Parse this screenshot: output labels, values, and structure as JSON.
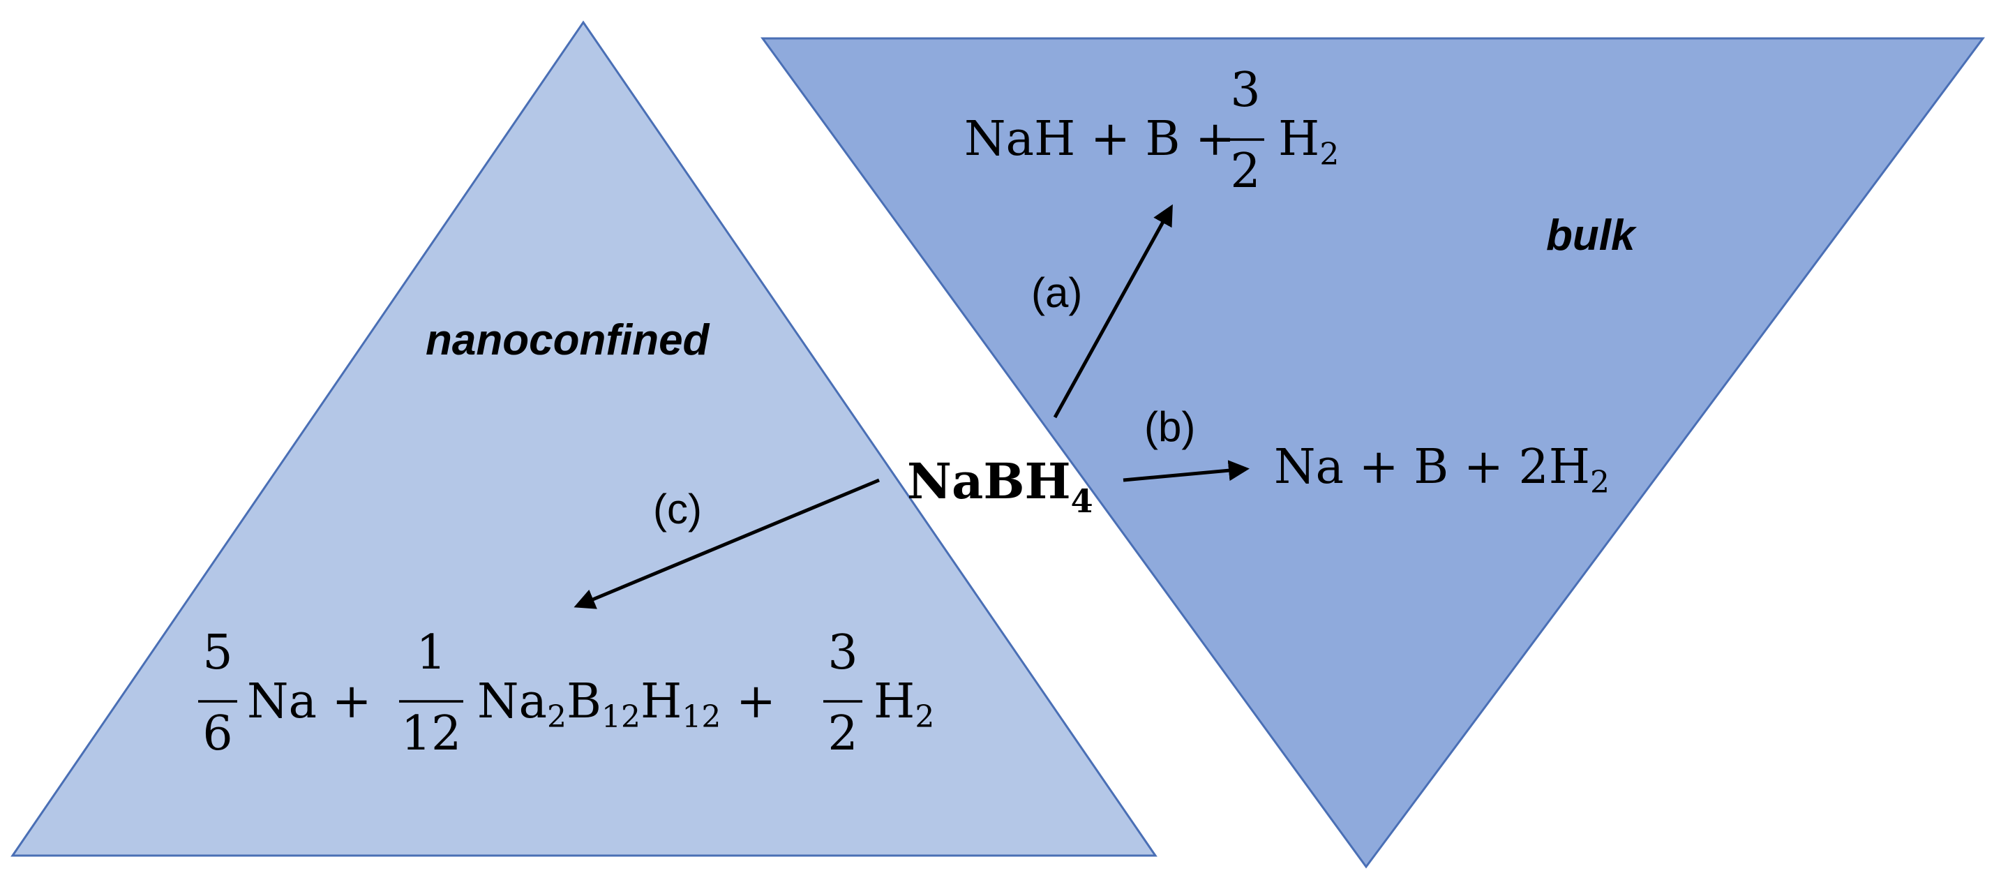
{
  "colors": {
    "nanoconfined_fill": "#b4c7e7",
    "bulk_fill": "#8faadc",
    "edge": "#4a6fb5"
  },
  "regions": {
    "nanoconfined_label": "nanoconfined",
    "bulk_label": "bulk"
  },
  "reactant": {
    "main": "NaBH",
    "subscript": "4"
  },
  "branches": {
    "a": "(a)",
    "b": "(b)",
    "c": "(c)"
  },
  "product_a": {
    "lead": "NaH + B + ",
    "frac_num": "3",
    "frac_den": "2",
    "species": "H",
    "species_sub": "2"
  },
  "product_b": {
    "text": "Na + B + 2H",
    "sub": "2"
  },
  "product_c": {
    "frac1_num": "5",
    "frac1_den": "6",
    "term1": "Na + ",
    "frac2_num": "1",
    "frac2_den": "12",
    "t2_na": "Na",
    "t2_na_sub": "2",
    "t2_b": "B",
    "t2_b_sub": "12",
    "t2_h": "H",
    "t2_h_sub": "12",
    "t2_plus": " + ",
    "frac3_num": "3",
    "frac3_den": "2",
    "t3_h": "H",
    "t3_h_sub": "2"
  }
}
